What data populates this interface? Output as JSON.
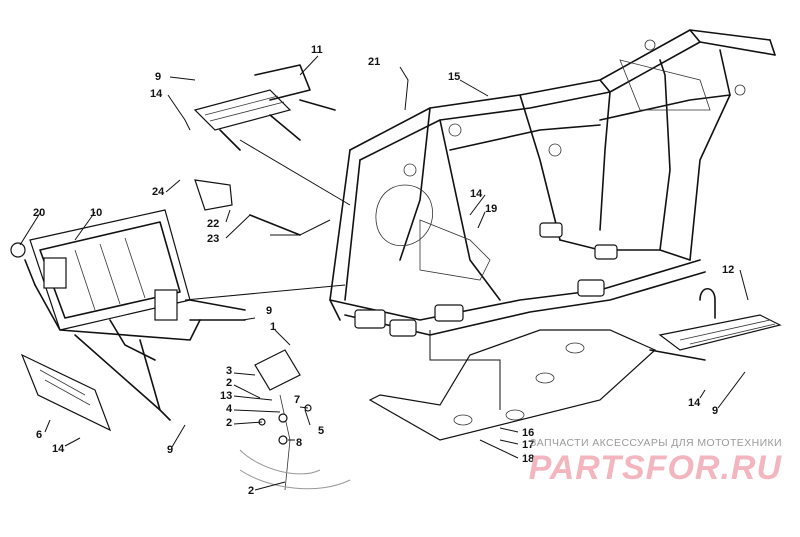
{
  "diagram": {
    "colors": {
      "ink": "#111111",
      "watermark_text": "#9a9a9a",
      "watermark_logo": "#f3b6bf"
    },
    "callouts": [
      {
        "id": "n11",
        "label": "11"
      },
      {
        "id": "n9a",
        "label": "9"
      },
      {
        "id": "n14a",
        "label": "14"
      },
      {
        "id": "n21",
        "label": "21"
      },
      {
        "id": "n15",
        "label": "15"
      },
      {
        "id": "n24",
        "label": "24"
      },
      {
        "id": "n14b",
        "label": "14"
      },
      {
        "id": "n19",
        "label": "19"
      },
      {
        "id": "n22",
        "label": "22"
      },
      {
        "id": "n23",
        "label": "23"
      },
      {
        "id": "n20",
        "label": "20"
      },
      {
        "id": "n10",
        "label": "10"
      },
      {
        "id": "n12",
        "label": "12"
      },
      {
        "id": "n9b",
        "label": "9"
      },
      {
        "id": "n1",
        "label": "1"
      },
      {
        "id": "n3",
        "label": "3"
      },
      {
        "id": "n2a",
        "label": "2"
      },
      {
        "id": "n13",
        "label": "13"
      },
      {
        "id": "n7",
        "label": "7"
      },
      {
        "id": "n4",
        "label": "4"
      },
      {
        "id": "n2b",
        "label": "2"
      },
      {
        "id": "n5",
        "label": "5"
      },
      {
        "id": "n8",
        "label": "8"
      },
      {
        "id": "n6",
        "label": "6"
      },
      {
        "id": "n14c",
        "label": "14"
      },
      {
        "id": "n9c",
        "label": "9"
      },
      {
        "id": "n14d",
        "label": "14"
      },
      {
        "id": "n9d",
        "label": "9"
      },
      {
        "id": "n16",
        "label": "16"
      },
      {
        "id": "n17",
        "label": "17"
      },
      {
        "id": "n18",
        "label": "18"
      },
      {
        "id": "n2c",
        "label": "2"
      }
    ]
  },
  "watermark": {
    "tagline": "ЗАПЧАСТИ АКСЕССУАРЫ ДЛЯ МОТОТЕХНИКИ",
    "logo": "PARTSFOR.RU"
  }
}
